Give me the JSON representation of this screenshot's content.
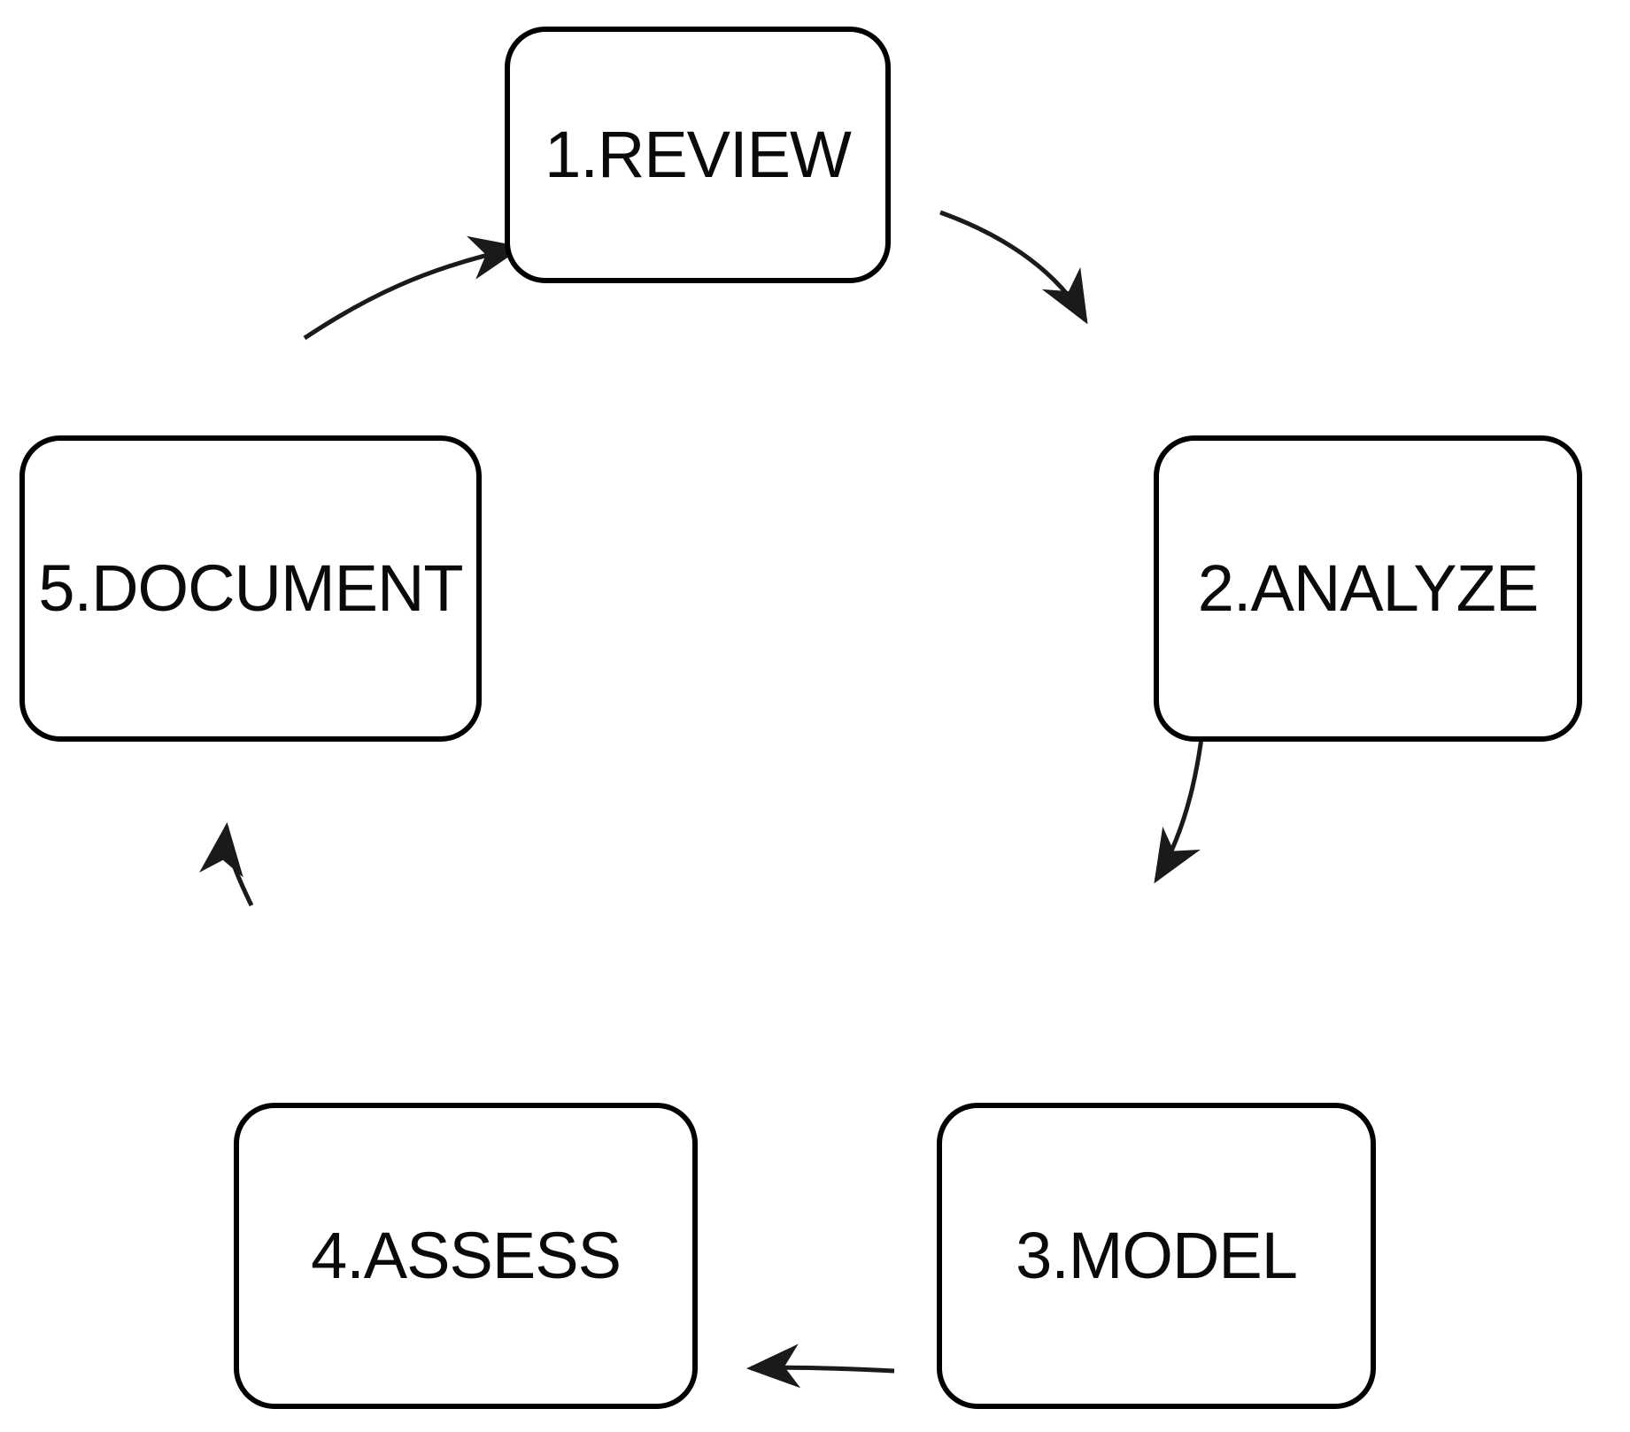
{
  "diagram": {
    "type": "cycle-flow-diagram",
    "orientation": "clockwise",
    "background_color": "#ffffff",
    "stroke_color": "#000000",
    "text_color": "#0a0a0a",
    "nodes": [
      {
        "id": "review",
        "label": "1.REVIEW",
        "step": 1,
        "position": "top"
      },
      {
        "id": "analyze",
        "label": "2.ANALYZE",
        "step": 2,
        "position": "right"
      },
      {
        "id": "model",
        "label": "3.MODEL",
        "step": 3,
        "position": "bottom-right"
      },
      {
        "id": "assess",
        "label": "4.ASSESS",
        "step": 4,
        "position": "bottom-left"
      },
      {
        "id": "document",
        "label": "5.DOCUMENT",
        "step": 5,
        "position": "left"
      }
    ],
    "edges": [
      {
        "id": "review-to-analyze",
        "from": "1.REVIEW",
        "to": "2.ANALYZE",
        "style": "curved-arrow"
      },
      {
        "id": "analyze-to-model",
        "from": "2.ANALYZE",
        "to": "3.MODEL",
        "style": "curved-arrow"
      },
      {
        "id": "model-to-assess",
        "from": "3.MODEL",
        "to": "4.ASSESS",
        "style": "straight-arrow"
      },
      {
        "id": "assess-to-document",
        "from": "4.ASSESS",
        "to": "5.DOCUMENT",
        "style": "curved-arrow"
      },
      {
        "id": "document-to-review",
        "from": "5.DOCUMENT",
        "to": "1.REVIEW",
        "style": "curved-arrow"
      }
    ]
  }
}
